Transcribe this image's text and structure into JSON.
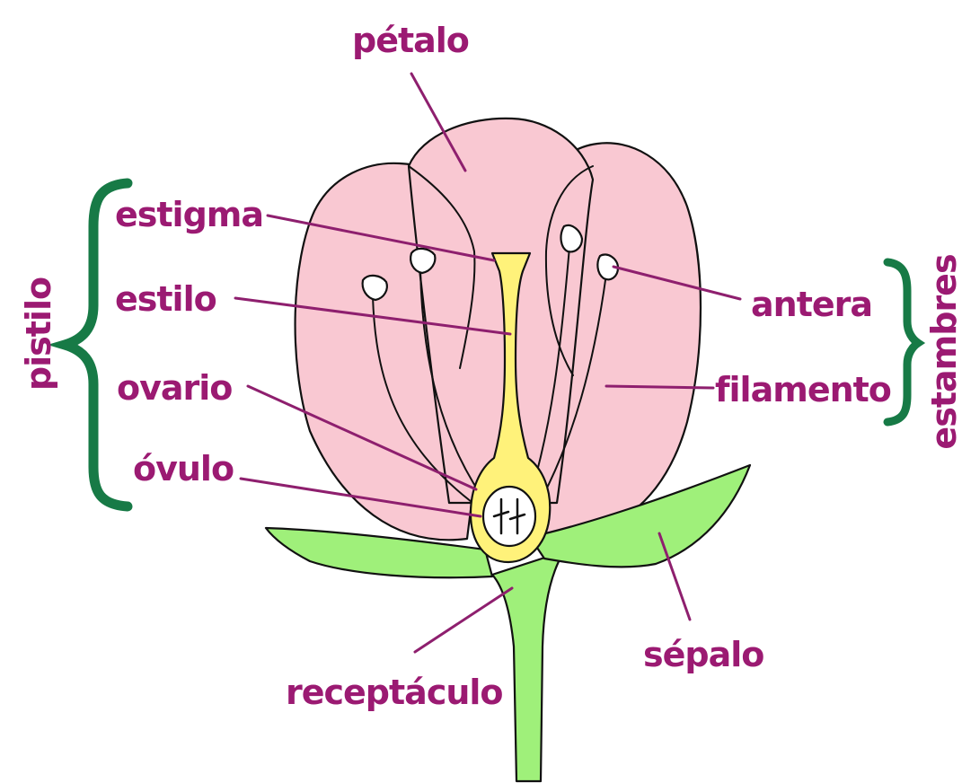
{
  "colors": {
    "label": "#9b1a72",
    "leader": "#8e1f6e",
    "petal_fill": "#f9c8d2",
    "outline": "#111111",
    "pistil_fill": "#fff27a",
    "sepal_fill": "#9ff07a",
    "bracket": "#177a46",
    "background": "#ffffff"
  },
  "labels": {
    "petalo": "pétalo",
    "estigma": "estigma",
    "estilo": "estilo",
    "ovario": "ovario",
    "ovulo": "óvulo",
    "antera": "antera",
    "filamento": "filamento",
    "sepalo": "sépalo",
    "receptaculo": "receptáculo"
  },
  "groups": {
    "pistilo": "pistilo",
    "estambres": "estambres"
  }
}
